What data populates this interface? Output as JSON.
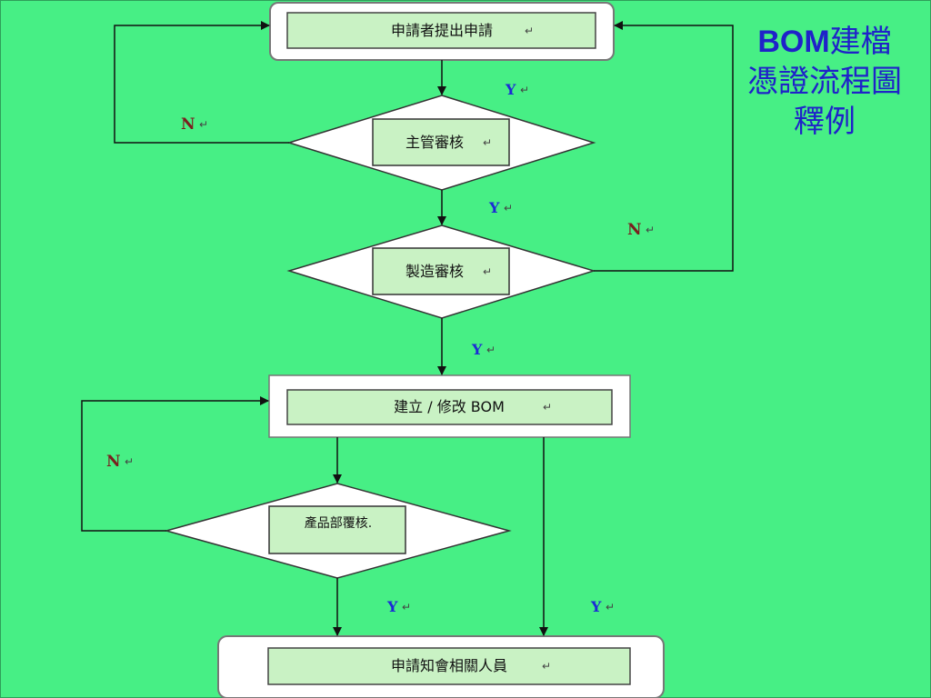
{
  "title": {
    "line1_bold": "BOM",
    "line1_rest": "建檔",
    "line2": "憑證流程圖",
    "line3": "釋例"
  },
  "nodes": {
    "start": "申請者提出申請",
    "manager_review": "主管審核",
    "manufacture_review": "製造審核",
    "create_bom": "建立 / 修改 BOM",
    "product_review": "產品部覆核.",
    "notify": "申請知會相關人員"
  },
  "labels": {
    "yes": "Y",
    "no": "N"
  },
  "colors": {
    "background": "#47ef85",
    "node_fill": "#c9f2c4",
    "frame_fill": "#ffffff",
    "line": "#111111",
    "title": "#1f22c9",
    "yes_label": "#1c2ad6",
    "no_label": "#7a1f1f"
  }
}
